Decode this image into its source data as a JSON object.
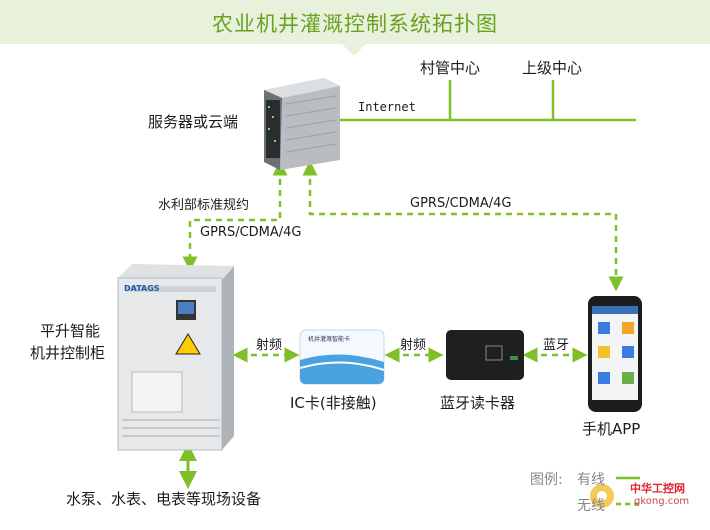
{
  "title": "农业机井灌溉控制系统拓扑图",
  "nodes": {
    "server": "服务器或云端",
    "village": "村管中心",
    "superior": "上级中心",
    "cabinet_line1": "平升智能",
    "cabinet_line2": "机井控制柜",
    "ic_card": "IC卡(非接触)",
    "reader": "蓝牙读卡器",
    "phone": "手机APP",
    "field_devices": "水泵、水表、电表等现场设备"
  },
  "links": {
    "internet": "Internet",
    "protocol": "水利部标准规约",
    "gprs_left": "GPRS/CDMA/4G",
    "gprs_top": "GPRS/CDMA/4G",
    "rf_left": "射频",
    "rf_right": "射频",
    "bluetooth": "蓝牙"
  },
  "legend": {
    "title": "图例:",
    "wired": "有线",
    "wireless": "无线"
  },
  "cabinet": {
    "brand": "DATAGS"
  },
  "card_title": "机井灌溉智能卡",
  "watermark": {
    "site": "中华工控网",
    "url": "gkong.com"
  },
  "colors": {
    "accent": "#6aa21f",
    "line": "#7fbf2a",
    "title_bg": "#e8f1dc"
  }
}
